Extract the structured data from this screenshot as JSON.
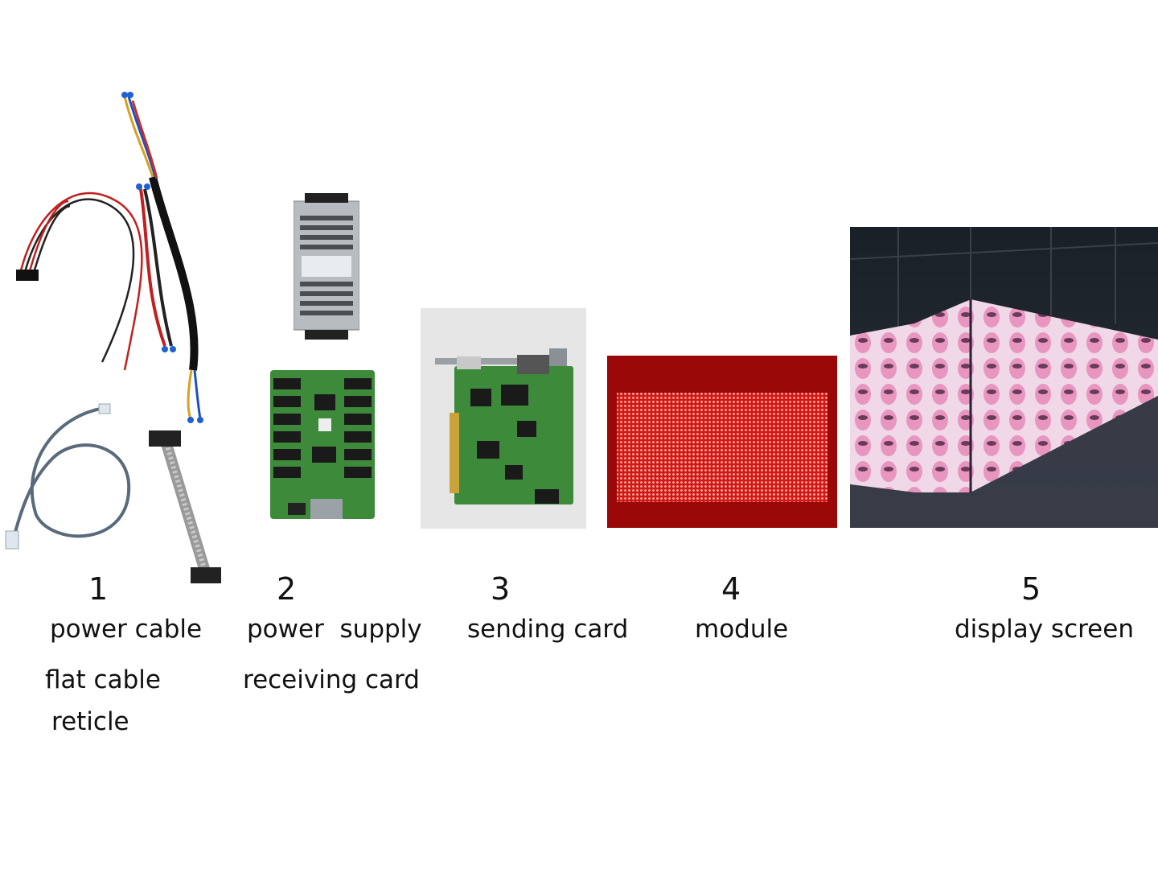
{
  "items": [
    {
      "number": "1",
      "labels": [
        "power cable",
        "flat cable",
        "reticle"
      ],
      "image": "cable-set"
    },
    {
      "number": "2",
      "labels": [
        "power  supply",
        "receiving card"
      ],
      "image": "power-supply-and-receiving-card"
    },
    {
      "number": "3",
      "labels": [
        "sending card"
      ],
      "image": "sending-card"
    },
    {
      "number": "4",
      "labels": [
        "module"
      ],
      "image": "led-module"
    },
    {
      "number": "5",
      "labels": [
        "display screen"
      ],
      "image": "led-display-screen"
    }
  ],
  "colors": {
    "background": "#ffffff",
    "pcb_green": "#3c8a3a",
    "module_red": "#d01818",
    "power_supply_silver": "#b8bcc0",
    "screen_pink": "#e8a0c8"
  }
}
